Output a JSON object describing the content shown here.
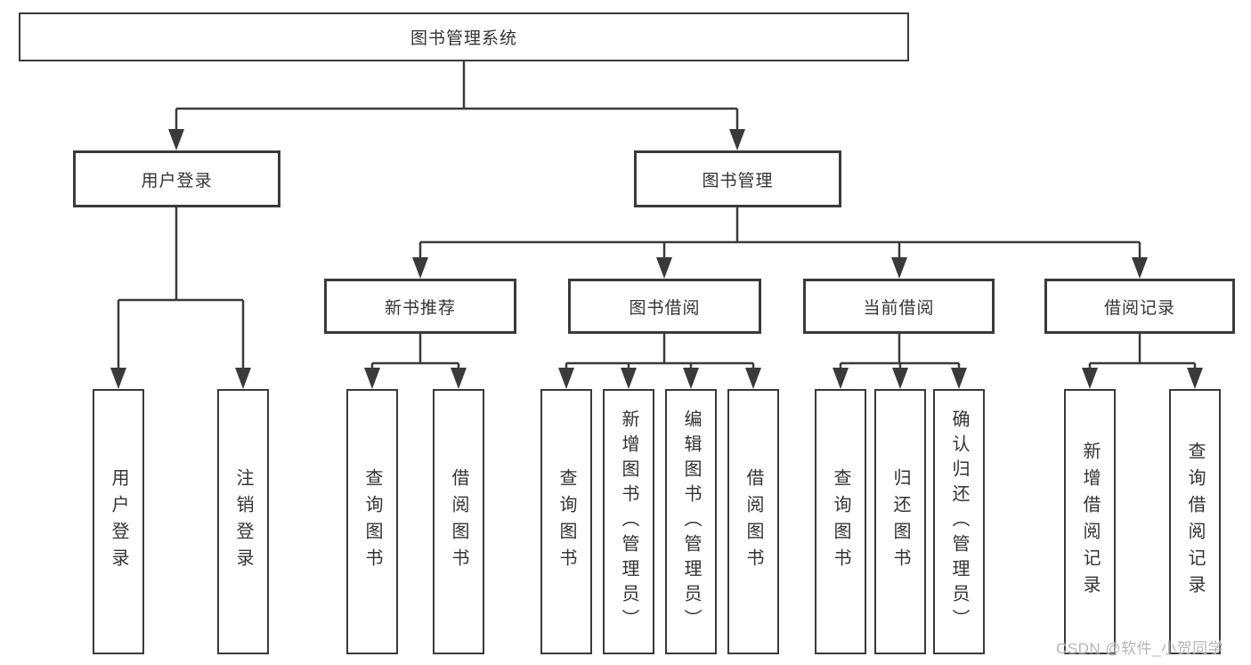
{
  "colors": {
    "line": "#3a3a3a",
    "text": "#333333",
    "background": "#ffffff",
    "watermark": "#b0b0b0"
  },
  "diagram": {
    "root": {
      "label": "图书管理系统"
    },
    "branches": [
      {
        "label": "用户登录",
        "children": [
          "用户登录",
          "注销登录"
        ]
      },
      {
        "label": "图书管理",
        "groups": [
          {
            "label": "新书推荐",
            "children": [
              "查询图书",
              "借阅图书"
            ]
          },
          {
            "label": "图书借阅",
            "children": [
              "查询图书",
              "新增图书（管理员）",
              "编辑图书（管理员）",
              "借阅图书"
            ]
          },
          {
            "label": "当前借阅",
            "children": [
              "查询图书",
              "归还图书",
              "确认归还（管理员）"
            ]
          },
          {
            "label": "借阅记录",
            "children": [
              "新增借阅记录",
              "查询借阅记录"
            ]
          }
        ]
      }
    ]
  },
  "watermark": {
    "text": "CSDN @软件_小贺同学"
  }
}
